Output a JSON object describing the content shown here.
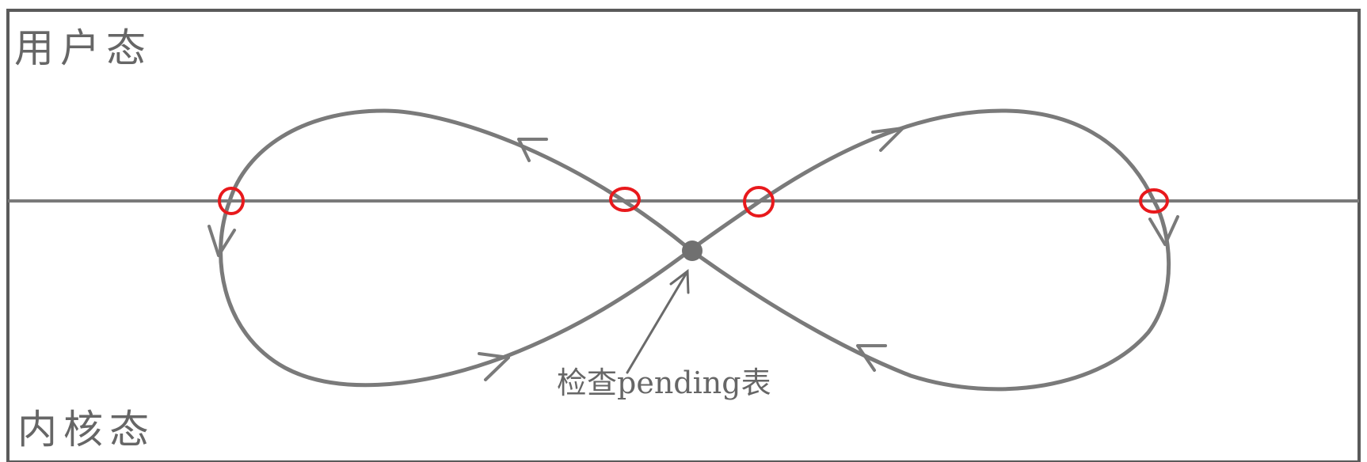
{
  "regions": {
    "user_mode": "用户态",
    "kernel_mode": "内核态"
  },
  "annotation": {
    "check_pending": "检查pending表"
  },
  "colors": {
    "line": "#7a7a7a",
    "boundary_marker": "#e8191c",
    "dot": "#707070",
    "frame": "#5a5a5a",
    "text": "#666666"
  },
  "boundary_crossings": 4
}
